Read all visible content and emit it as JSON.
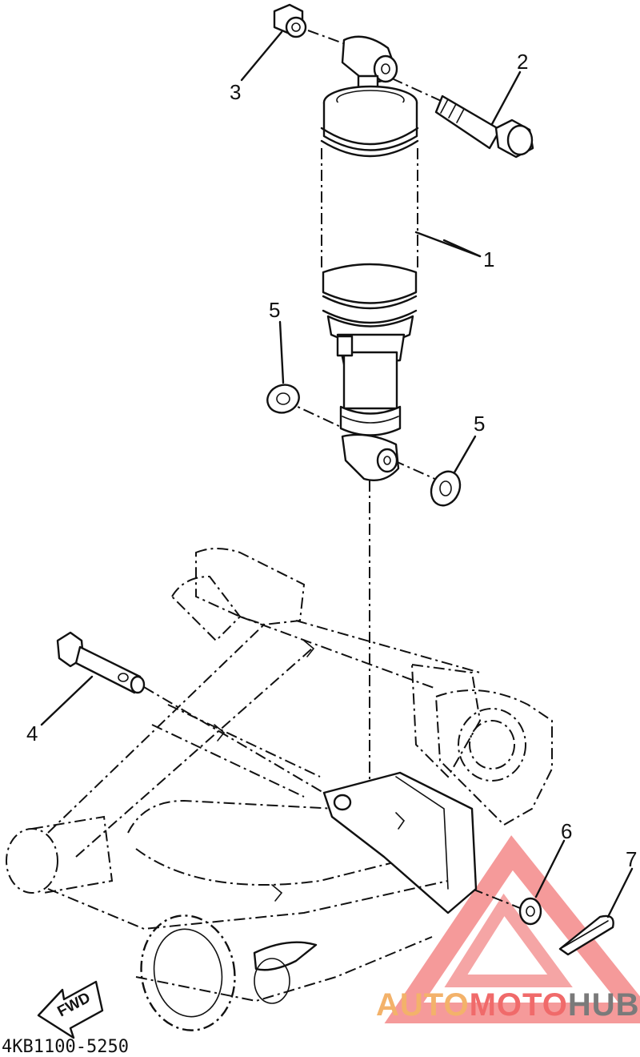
{
  "callouts": {
    "shock_absorber": "1",
    "bolt": "2",
    "nut": "3",
    "pivot_bolt": "4",
    "washer_upper": "5",
    "washer_lower": "5",
    "plain_washer": "6",
    "cotter_pin": "7"
  },
  "forward_arrow_label": "FWD",
  "diagram_code": "4KB1100-5250",
  "watermark": {
    "word_part1": "AUTO",
    "word_part2": "MOTO",
    "word_part3": "HUB",
    "color_orange": "#f3b26a",
    "color_red": "#f06a6a",
    "color_grey": "#7a7a7a"
  }
}
